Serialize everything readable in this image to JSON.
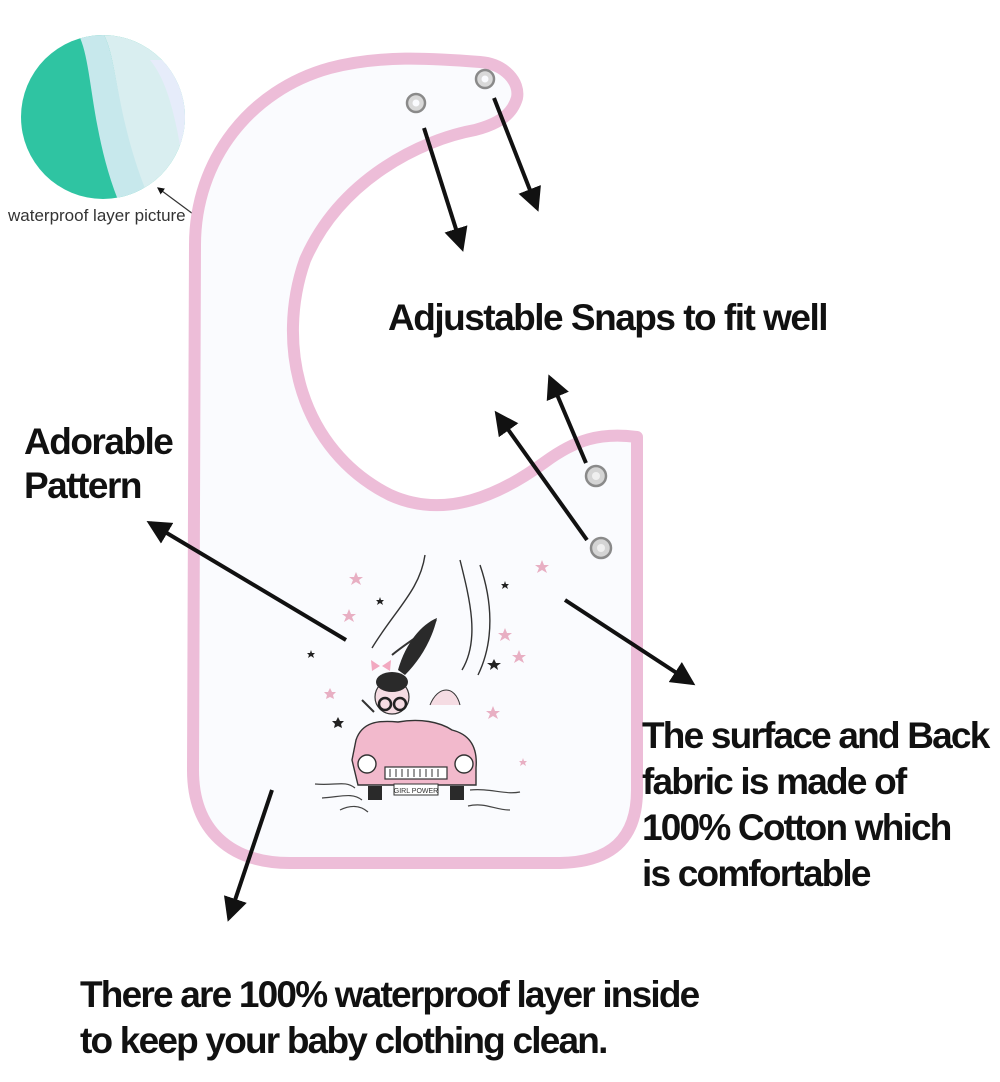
{
  "labels": {
    "waterproof_inset": "waterproof layer picture",
    "adjustable_snaps": "Adjustable Snaps to fit well",
    "adorable_pattern": [
      "Adorable",
      "Pattern"
    ],
    "fabric": [
      "The surface and Back",
      "fabric is made of",
      "100% Cotton which",
      "is comfortable"
    ],
    "waterproof_layer": [
      "There are 100% waterproof layer inside",
      "to keep your baby clothing  clean."
    ]
  },
  "print_plate": "GIRL POWER",
  "icons": {
    "bib": "baby-bib-illustration",
    "snap": "snap-button-icon",
    "arrow": "arrow-icon",
    "inset": "fabric-swatch-circle",
    "print": "girl-in-car-print"
  },
  "colors": {
    "bib_fill": "#FAFBFE",
    "bib_trim": "#EDBDD8",
    "car": "#F2B9CC",
    "arrow": "#111111",
    "swatch_green": "#2FC4A2",
    "swatch_pale": "#D9EEF0"
  }
}
